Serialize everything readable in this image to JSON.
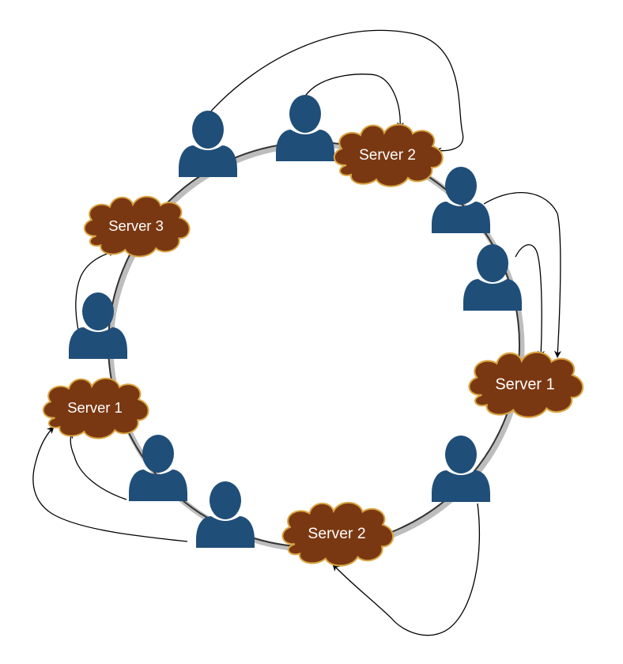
{
  "colors": {
    "background": "#ffffff",
    "ring": "#333333",
    "ring_shadow": "#bdbdbd",
    "user_fill": "#1f4e79",
    "cloud_fill": "#7a3812",
    "cloud_stroke": "#d9a441",
    "cloud_text": "#ffffff",
    "arrow": "#000000"
  },
  "servers": [
    {
      "id": "server-2-top",
      "label": "Server 2"
    },
    {
      "id": "server-3",
      "label": "Server 3"
    },
    {
      "id": "server-1-left",
      "label": "Server 1"
    },
    {
      "id": "server-2-bottom",
      "label": "Server 2"
    },
    {
      "id": "server-1-right",
      "label": "Server 1"
    }
  ],
  "users": [
    {
      "id": "user-1",
      "icon": "user-icon"
    },
    {
      "id": "user-2",
      "icon": "user-icon"
    },
    {
      "id": "user-3",
      "icon": "user-icon"
    },
    {
      "id": "user-4",
      "icon": "user-icon"
    },
    {
      "id": "user-5",
      "icon": "user-icon"
    },
    {
      "id": "user-6",
      "icon": "user-icon"
    },
    {
      "id": "user-7",
      "icon": "user-icon"
    },
    {
      "id": "user-8",
      "icon": "user-icon"
    }
  ],
  "connections": [
    {
      "from": "user-2",
      "to": "server-2-top"
    },
    {
      "from": "user-1",
      "to": "server-2-top"
    },
    {
      "from": "user-3",
      "to": "server-1-right"
    },
    {
      "from": "user-4",
      "to": "server-1-right"
    },
    {
      "from": "user-5",
      "to": "server-2-bottom"
    },
    {
      "from": "user-8",
      "to": "server-3"
    },
    {
      "from": "user-7",
      "to": "server-1-left"
    },
    {
      "from": "user-6",
      "to": "server-1-left"
    }
  ]
}
